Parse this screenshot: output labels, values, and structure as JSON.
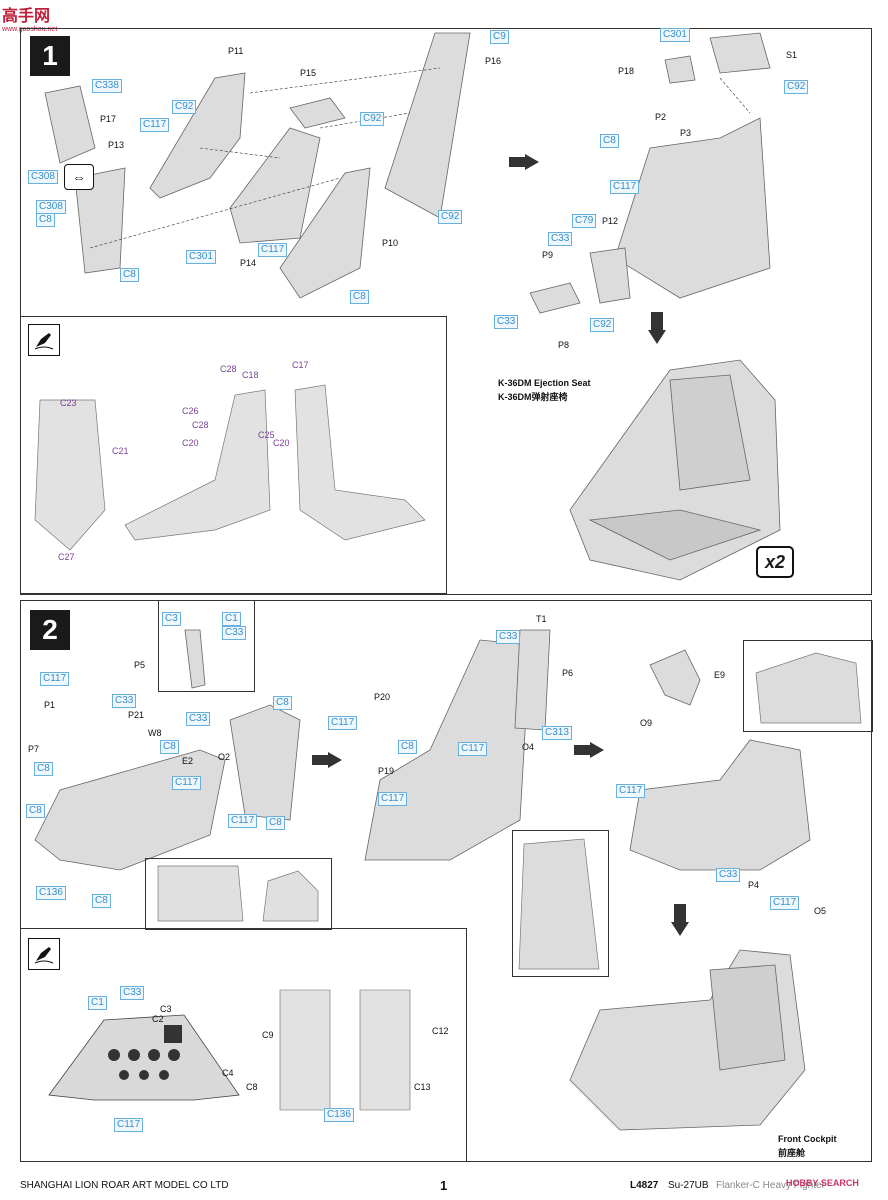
{
  "watermark_top": {
    "site": "高手网",
    "url": "www.gaoshou.net"
  },
  "watermark_bottom": "HOBBY SEARCH",
  "step1": {
    "number": "1",
    "callouts": [
      "C9",
      "C338",
      "C92",
      "C117",
      "C92",
      "C308",
      "C308",
      "C8",
      "C8",
      "C301",
      "C117",
      "C8",
      "C92"
    ],
    "parts": [
      "P11",
      "P15",
      "P16",
      "P17",
      "P13",
      "P14",
      "P10"
    ],
    "sub_callouts": [
      "C301",
      "C92",
      "C8",
      "C117",
      "C79",
      "C33",
      "C33",
      "C92"
    ],
    "sub_parts": [
      "P18",
      "S1",
      "P2",
      "P3",
      "P12",
      "P9",
      "P8"
    ],
    "seat_title_en": "K-36DM Ejection Seat",
    "seat_title_cn": "K-36DM弹射座椅",
    "quantity": "x2",
    "paint": {
      "labels": [
        "C23",
        "C21",
        "C27",
        "C28",
        "C18",
        "C26",
        "C28",
        "C25",
        "C20",
        "C17",
        "C20"
      ]
    }
  },
  "step2": {
    "number": "2",
    "inset_callouts": [
      "C3",
      "C1",
      "C33"
    ],
    "callouts": [
      "C117",
      "C33",
      "C8",
      "C117",
      "C8",
      "C8",
      "C136",
      "C8",
      "C33",
      "C8",
      "C117",
      "C8"
    ],
    "parts": [
      "P5",
      "P1",
      "P21",
      "W8",
      "P7",
      "E2",
      "O2"
    ],
    "mid_callouts": [
      "C33",
      "C117",
      "C8",
      "C117",
      "C117",
      "C313"
    ],
    "mid_parts": [
      "T1",
      "P6",
      "P20",
      "P19",
      "O4"
    ],
    "right_callouts": [
      "C117",
      "C33",
      "C117"
    ],
    "right_parts": [
      "E9",
      "O9",
      "P4",
      "O5"
    ],
    "cockpit_title_en": "Front Cockpit",
    "cockpit_title_cn": "前座舱",
    "paint": {
      "labels": [
        "C1",
        "C33",
        "C3",
        "C2",
        "C4",
        "C117",
        "C9",
        "C12",
        "C8",
        "C13",
        "C136"
      ]
    }
  },
  "footer": {
    "company": "SHANGHAI LION ROAR ART MODEL CO LTD",
    "page": "1",
    "code": "L4827",
    "model": "Su-27UB",
    "name": "Flanker-C Heavy Fighter"
  }
}
